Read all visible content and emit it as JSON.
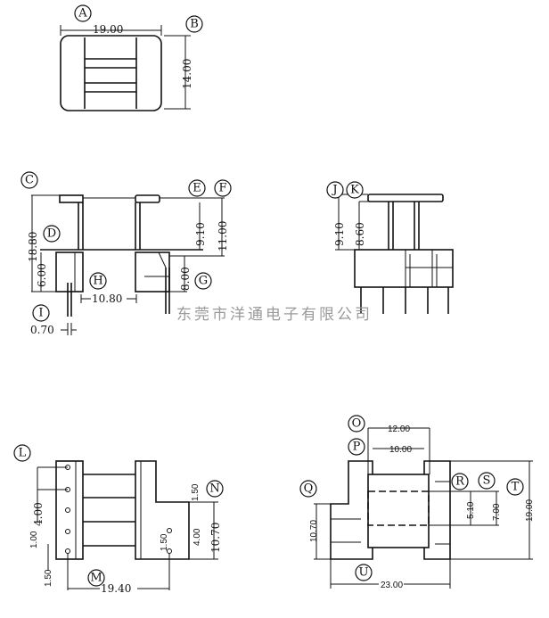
{
  "labels": {
    "A": "A",
    "B": "B",
    "C": "C",
    "D": "D",
    "E": "E",
    "F": "F",
    "G": "G",
    "H": "H",
    "I": "I",
    "J": "J",
    "K": "K",
    "L": "L",
    "M": "M",
    "N": "N",
    "O": "O",
    "P": "P",
    "Q": "Q",
    "R": "R",
    "S": "S",
    "T": "T",
    "U": "U"
  },
  "dims": {
    "top_width": "19.00",
    "top_height": "14.00",
    "front_total": "18.80",
    "front_base": "6.00",
    "front_core": "9.10",
    "front_flange": "11.00",
    "front_pin_base": "8.00",
    "front_span": "10.80",
    "pin_dia": "0.70",
    "side_total": "9.10",
    "side_core": "8.60",
    "bl_pitch": "4.00",
    "bl_gap": "1.00",
    "bl_edge": "1.50",
    "bl_n_top": "1.50",
    "bl_n_mid": "1.50",
    "bl_n_pitch": "4.00",
    "bl_n_total": "10.70",
    "bl_span": "19.40",
    "br_outer": "12.00",
    "br_inner": "10.00",
    "br_left": "10.70",
    "br_core": "5.10",
    "br_window": "7.00",
    "br_height": "19.00",
    "br_width": "23.00"
  },
  "watermark": "东莞市洋通电子有限公司"
}
